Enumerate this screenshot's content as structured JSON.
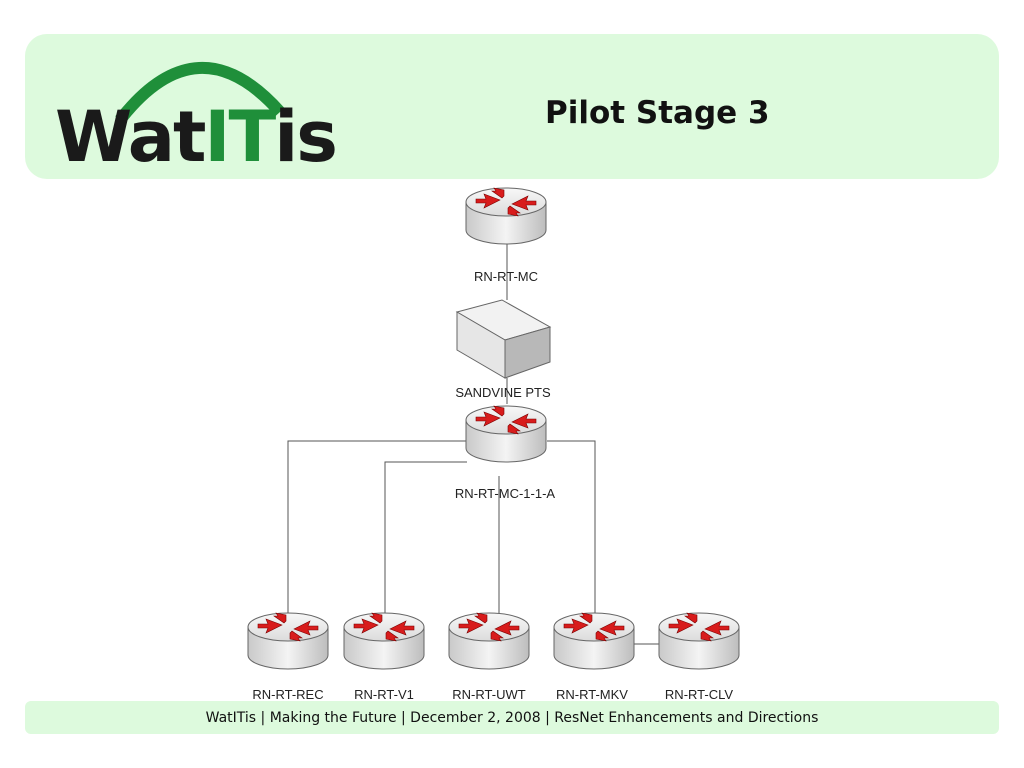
{
  "header": {
    "logo": {
      "part1": "Wat",
      "part2": "IT",
      "part3": "is"
    },
    "title": "Pilot Stage 3"
  },
  "diagram": {
    "nodes": [
      {
        "id": "rn-rt-mc",
        "label": "RN-RT-MC",
        "kind": "router"
      },
      {
        "id": "sandvine-pts",
        "label": "SANDVINE PTS",
        "kind": "appliance"
      },
      {
        "id": "rn-rt-mc-1-1-a",
        "label": "RN-RT-MC-1-1-A",
        "kind": "router"
      },
      {
        "id": "rn-rt-rec",
        "label": "RN-RT-REC",
        "kind": "router"
      },
      {
        "id": "rn-rt-v1",
        "label": "RN-RT-V1",
        "kind": "router"
      },
      {
        "id": "rn-rt-uwt",
        "label": "RN-RT-UWT",
        "kind": "router"
      },
      {
        "id": "rn-rt-mkv",
        "label": "RN-RT-MKV",
        "kind": "router"
      },
      {
        "id": "rn-rt-clv",
        "label": "RN-RT-CLV",
        "kind": "router"
      }
    ],
    "links": [
      [
        "rn-rt-mc",
        "sandvine-pts"
      ],
      [
        "sandvine-pts",
        "rn-rt-mc-1-1-a"
      ],
      [
        "rn-rt-mc-1-1-a",
        "rn-rt-rec"
      ],
      [
        "rn-rt-mc-1-1-a",
        "rn-rt-v1"
      ],
      [
        "rn-rt-mc-1-1-a",
        "rn-rt-uwt"
      ],
      [
        "rn-rt-mc-1-1-a",
        "rn-rt-mkv"
      ],
      [
        "rn-rt-mkv",
        "rn-rt-clv"
      ]
    ]
  },
  "footer": {
    "text": "WatITis | Making the Future | December 2, 2008 | ResNet Enhancements and Directions"
  },
  "colors": {
    "panel": "#ddfadd",
    "logo_green": "#1f8f3a",
    "arrow_red": "#d81c1c"
  }
}
